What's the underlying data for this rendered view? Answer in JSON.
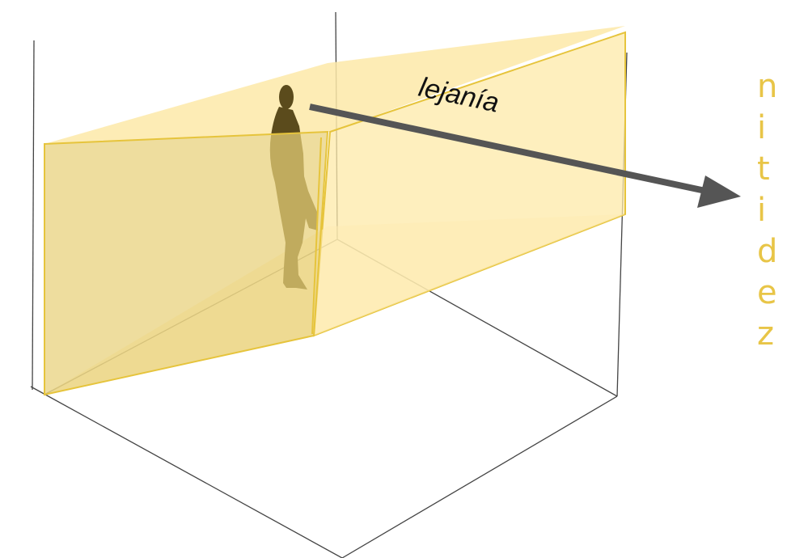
{
  "arrow_label": "lejanía",
  "side_word_letters": [
    "n",
    "i",
    "t",
    "i",
    "d",
    "e",
    "z"
  ],
  "colors": {
    "room_lines": "#444444",
    "plane_fill": "#fde9a8",
    "plane_edge": "#e6c43c",
    "near_plane_fill": "#ecd688",
    "silhouette": "#5b4b1c",
    "arrow": "#555555",
    "side_word": "#e8c547"
  }
}
